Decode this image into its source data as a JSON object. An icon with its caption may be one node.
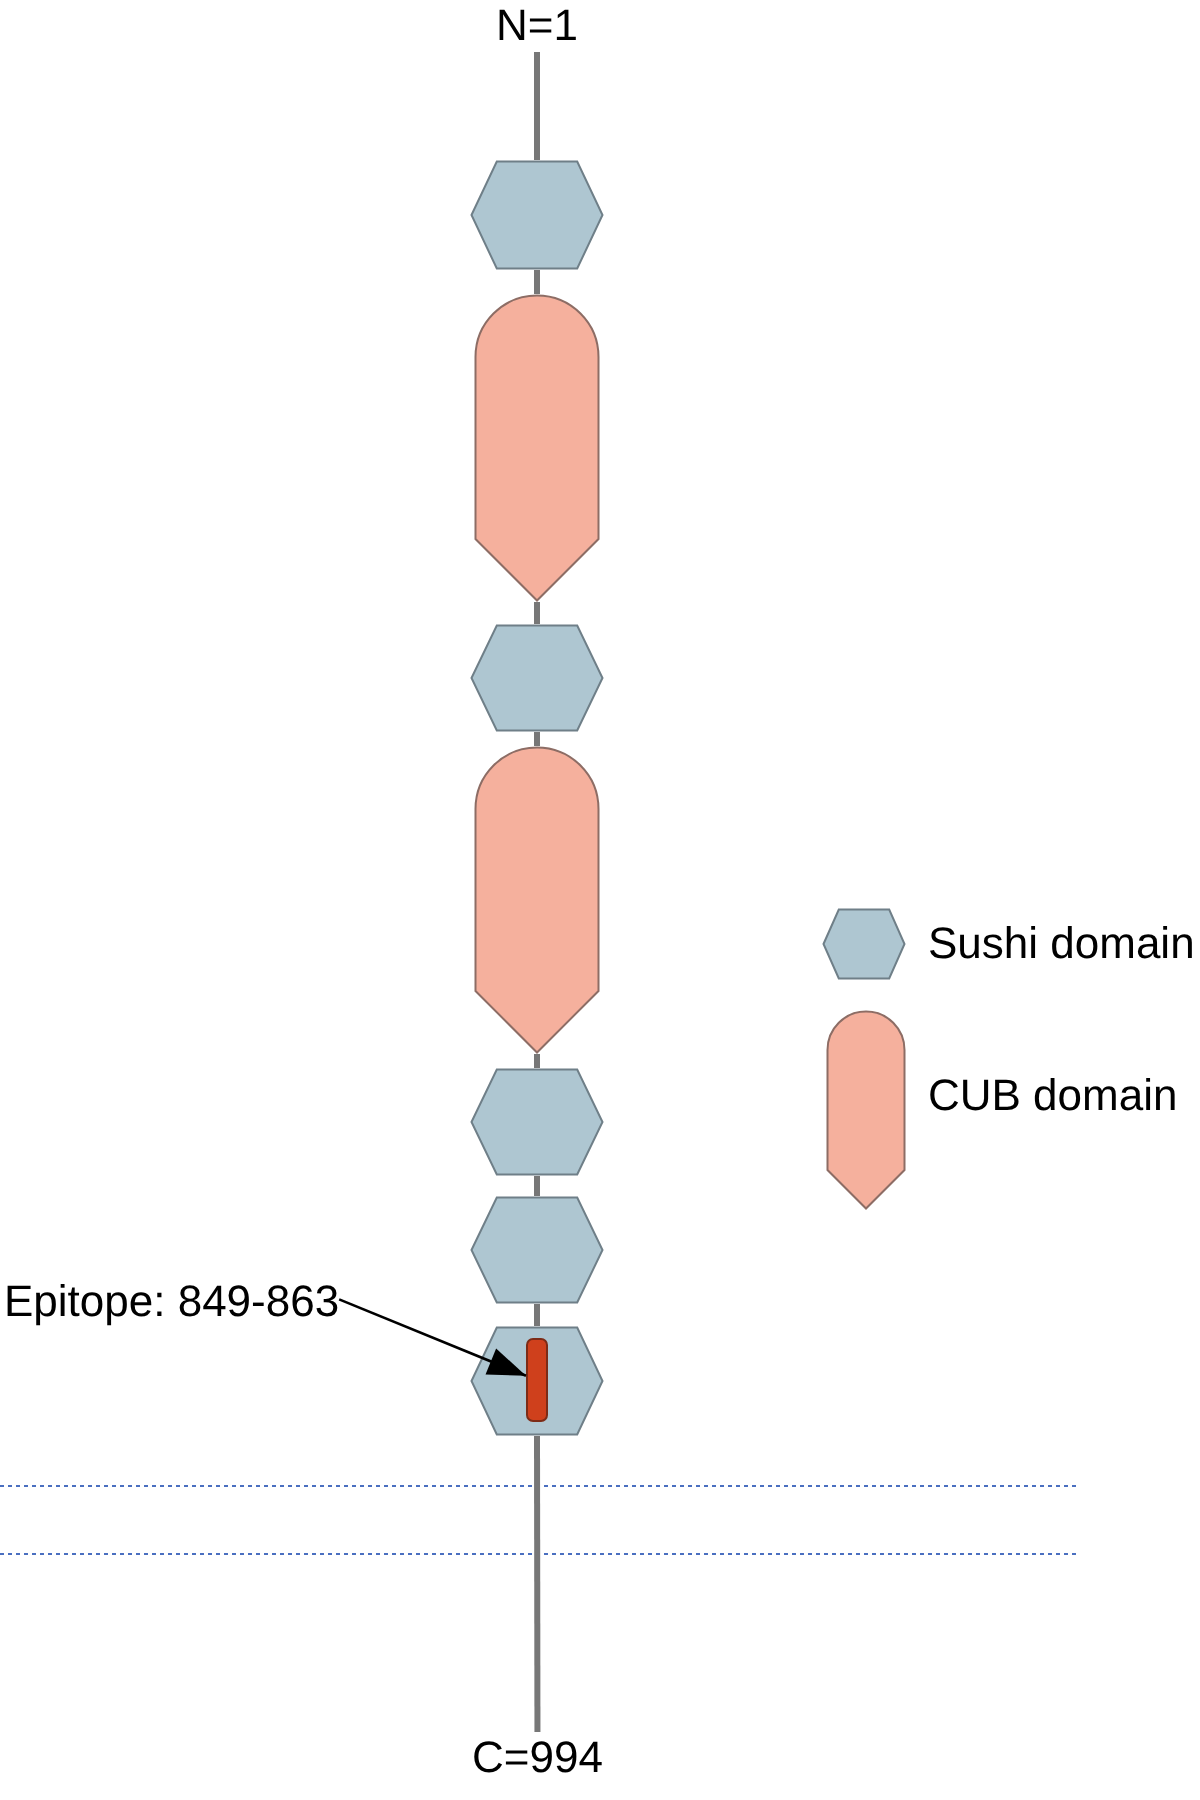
{
  "diagram": {
    "nodes": [
      {
        "text": [
          "N=1"
        ]
      },
      {
        "text": [],
        "shape": "hexagon"
      },
      {
        "text": [],
        "shape": "shield"
      },
      {
        "text": [],
        "shape": "hexagon"
      },
      {
        "text": [],
        "shape": "shield"
      },
      {
        "text": [],
        "shape": "hexagon"
      },
      {
        "text": [],
        "shape": "hexagon"
      },
      {
        "text": [],
        "shape": "hexagon"
      },
      {
        "text": [],
        "shape": "bar",
        "in": 7
      },
      {
        "text": [
          "Epitope: 849-863"
        ]
      },
      {
        "text": [
          "C=994"
        ]
      }
    ],
    "edges": [
      {
        "from": 0,
        "to": 1,
        "arrow": "none"
      },
      {
        "from": 1,
        "to": 2,
        "arrow": "none"
      },
      {
        "from": 2,
        "to": 3,
        "arrow": "none"
      },
      {
        "from": 3,
        "to": 4,
        "arrow": "none"
      },
      {
        "from": 4,
        "to": 5,
        "arrow": "none"
      },
      {
        "from": 5,
        "to": 6,
        "arrow": "none"
      },
      {
        "from": 6,
        "to": 7,
        "arrow": "none"
      },
      {
        "from": 7,
        "to": 10,
        "arrow": "none"
      },
      {
        "from": 9,
        "to": 8,
        "arrow": "to",
        "color": "#000000"
      }
    ],
    "legend": [
      {
        "text": "Sushi domain"
      },
      {
        "text": "CUB domain"
      }
    ]
  }
}
